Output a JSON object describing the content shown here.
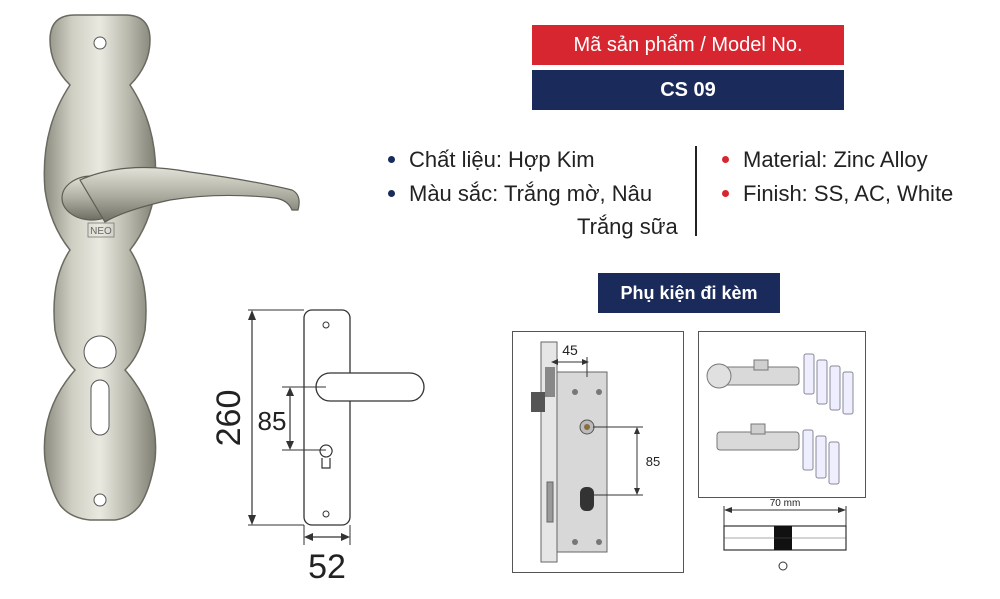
{
  "header": {
    "model_label": "Mã sản phẩm / Model No.",
    "model_value": "CS 09"
  },
  "specs_vi": [
    {
      "text": "Chất liệu: Hợp Kim"
    },
    {
      "text": "Màu sắc: Trắng mờ, Nâu",
      "continuation": "Trắng sữa"
    }
  ],
  "specs_en": [
    {
      "text": "Material: Zinc Alloy"
    },
    {
      "text": "Finish: SS, AC, White"
    }
  ],
  "accessories": {
    "title": "Phụ kiện đi kèm"
  },
  "handle_brand": "NEO",
  "dimensions": {
    "height": "260",
    "center": "85",
    "width": "52"
  },
  "lock_body": {
    "backset": "45",
    "center": "85"
  },
  "cylinder": {
    "length": "70 mm"
  },
  "colors": {
    "red": "#d7262f",
    "navy": "#1a2a5a"
  }
}
